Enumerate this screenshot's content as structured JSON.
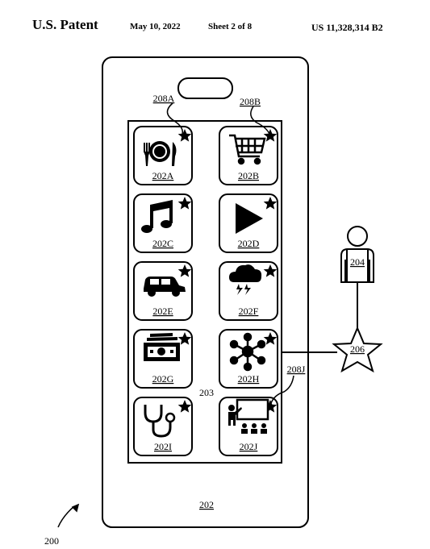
{
  "header": {
    "patent": "U.S. Patent",
    "date": "May 10, 2022",
    "sheet": "Sheet 2 of 8",
    "number": "US 11,328,314 B2"
  },
  "figure": {
    "fig_ref": "200",
    "device_ref": "202",
    "screen_ref": "203",
    "user_ref": "204",
    "star_ref": "206",
    "callouts": {
      "a": "208A",
      "b": "208B",
      "j": "208J"
    },
    "tiles": [
      {
        "label": "202A",
        "icon": "dining-icon"
      },
      {
        "label": "202B",
        "icon": "shopping-cart-icon"
      },
      {
        "label": "202C",
        "icon": "music-note-icon"
      },
      {
        "label": "202D",
        "icon": "play-icon"
      },
      {
        "label": "202E",
        "icon": "car-icon"
      },
      {
        "label": "202F",
        "icon": "storm-cloud-icon"
      },
      {
        "label": "202G",
        "icon": "money-icon"
      },
      {
        "label": "202H",
        "icon": "network-icon"
      },
      {
        "label": "202I",
        "icon": "stethoscope-icon"
      },
      {
        "label": "202J",
        "icon": "presentation-icon"
      }
    ]
  }
}
